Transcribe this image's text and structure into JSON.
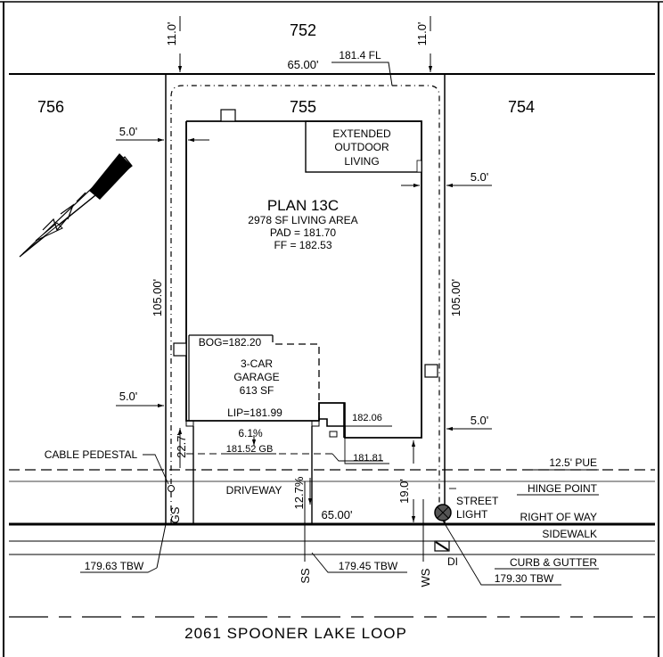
{
  "lots": {
    "top": "752",
    "left": "756",
    "subject": "755",
    "right": "754"
  },
  "dimensions": {
    "front_setback_left": "11.0'",
    "front_setback_right": "11.0'",
    "lot_width_top": "65.00'",
    "fl_elevation": "181.4  FL",
    "lot_depth_left": "105.00'",
    "lot_depth_right": "105.00'",
    "side_setback_left_upper": "5.0'",
    "side_setback_right_upper": "5.0'",
    "side_setback_left_lower": "5.0'",
    "side_setback_right_lower": "5.0'",
    "driveway_len": "22.7'",
    "rear_setback": "19.0'",
    "lot_width_bottom": "65.00'",
    "driveway_slope_pct": "12.7%",
    "pad_slope_pct": "6.1%"
  },
  "plan": {
    "name": "PLAN 13C",
    "living_area": "2978 SF LIVING AREA",
    "pad": "PAD = 181.70",
    "ff": "FF = 182.53",
    "outdoor_line1": "EXTENDED",
    "outdoor_line2": "OUTDOOR",
    "outdoor_line3": "LIVING"
  },
  "garage": {
    "bog": "BOG=182.20",
    "line1": "3-CAR",
    "line2": "GARAGE",
    "line3": "613 SF",
    "lip": "LIP=181.99"
  },
  "elevations": {
    "e_18206": "182.06",
    "e_18152": "181.52  GB",
    "e_18181": "181.81",
    "tbw_left": "179.63  TBW",
    "tbw_mid": "179.45  TBW",
    "tbw_right": "179.30  TBW"
  },
  "callouts": {
    "cable_pedestal": "CABLE PEDESTAL",
    "driveway": "DRIVEWAY",
    "gs": "GS",
    "ss": "SS",
    "ws": "WS",
    "di": "DI",
    "street_light_1": "STREET",
    "street_light_2": "LIGHT",
    "pue": "12.5'  PUE",
    "hinge_point": "HINGE  POINT",
    "right_of_way": "RIGHT  OF  WAY",
    "sidewalk": "SIDEWALK",
    "curb_gutter": "CURB  &  GUTTER"
  },
  "street": {
    "name": "2061  SPOONER  LAKE  LOOP"
  }
}
